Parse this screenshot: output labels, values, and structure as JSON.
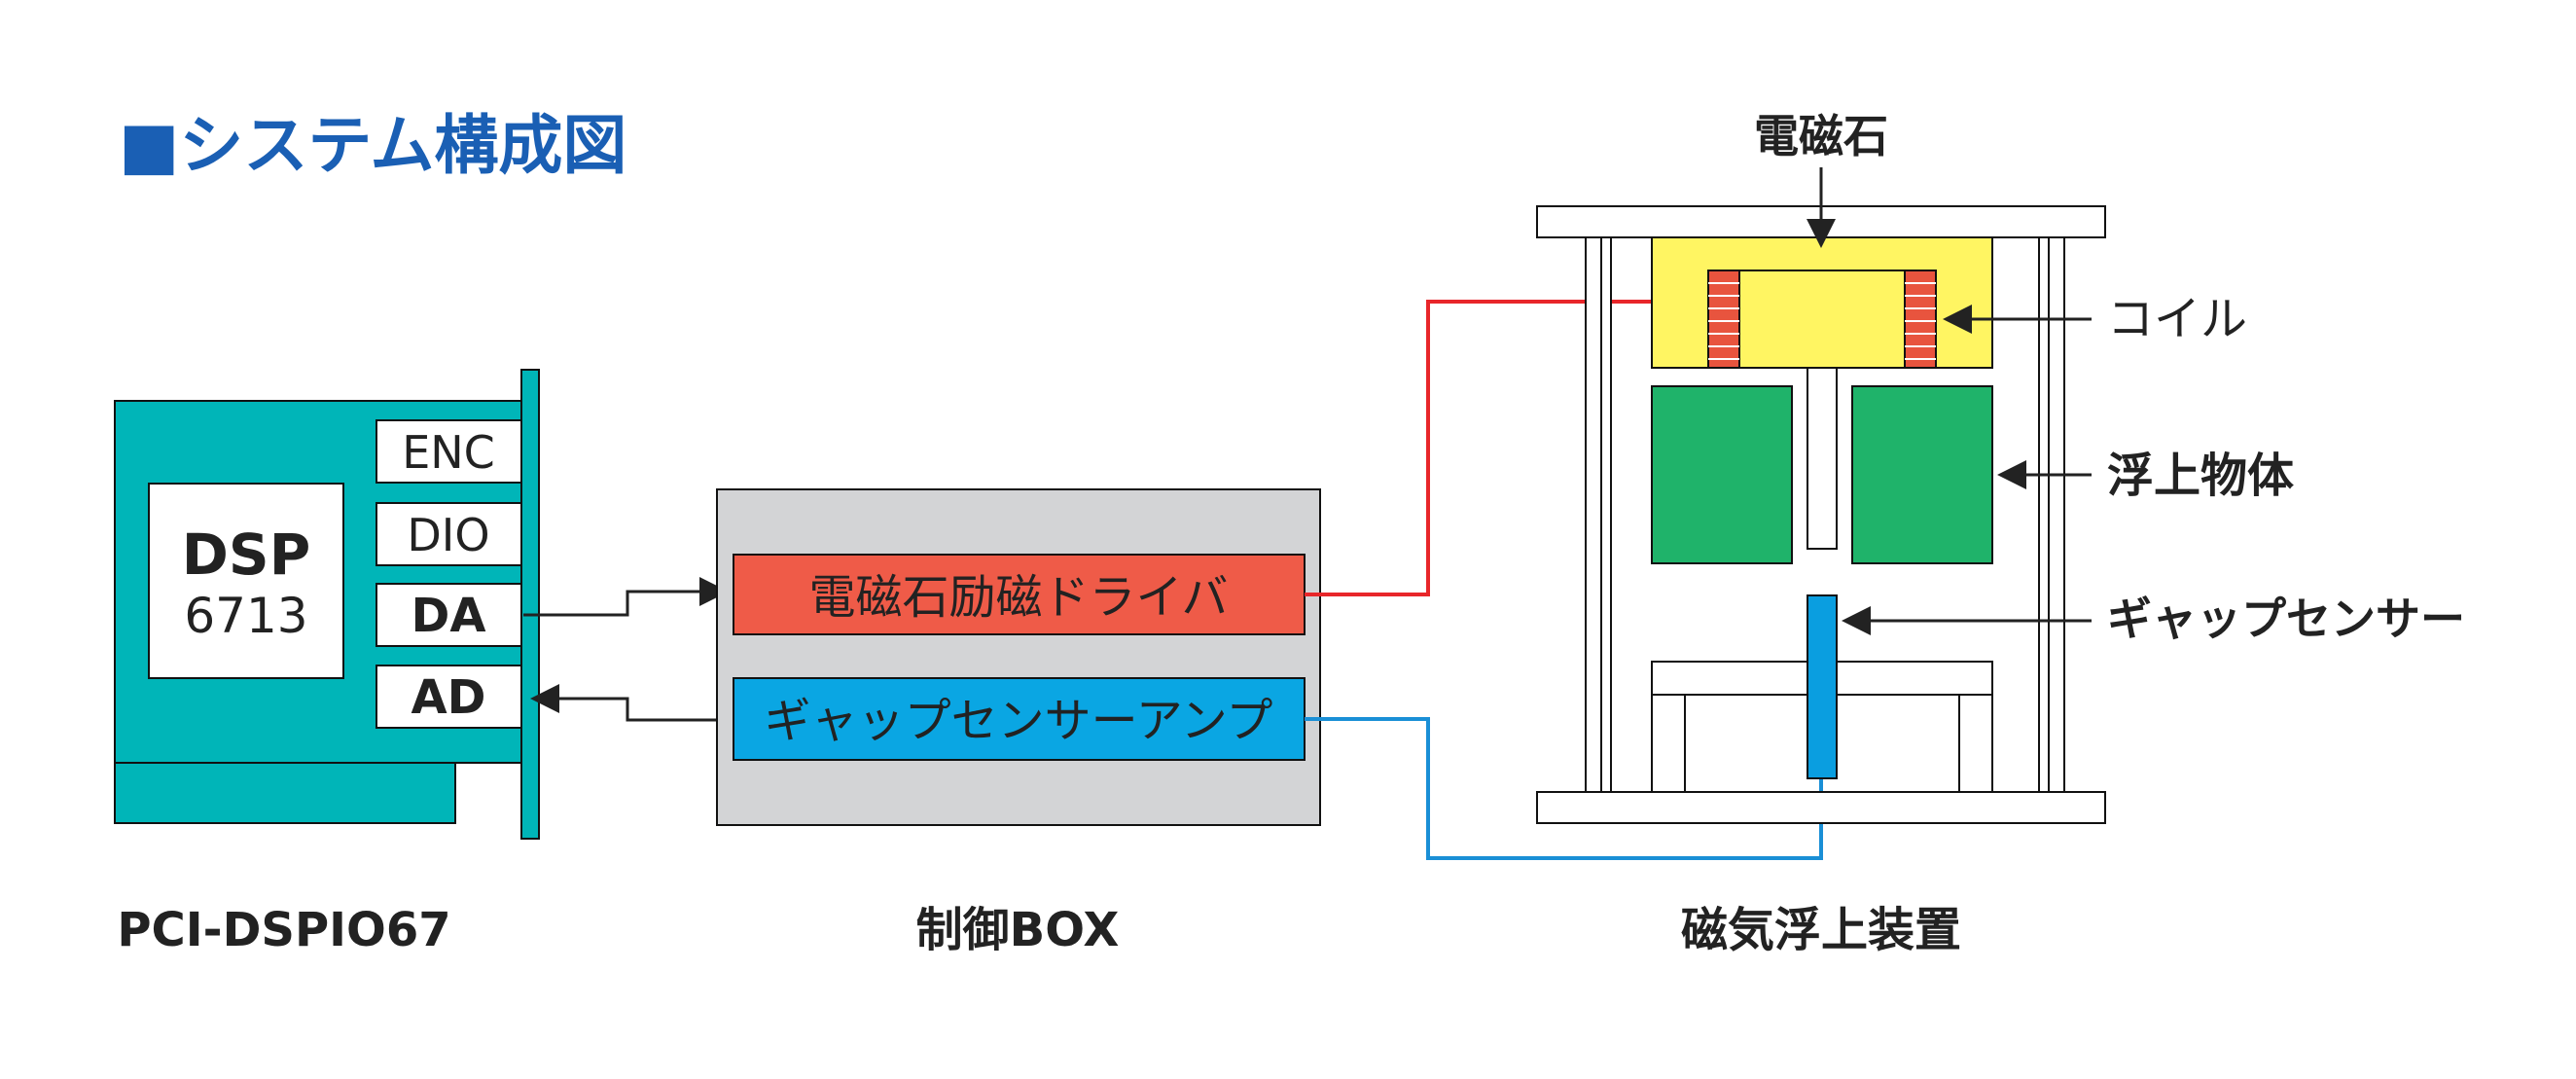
{
  "title": "■システム構成図",
  "dsp_board": {
    "chip_name": "DSP",
    "chip_number": "6713",
    "slots": {
      "enc": "ENC",
      "dio": "DIO",
      "da": "DA",
      "ad": "AD"
    },
    "caption": "PCI-DSPIO67"
  },
  "control_box": {
    "driver_label": "電磁石励磁ドライバ",
    "amp_label": "ギャップセンサーアンプ",
    "caption": "制御BOX"
  },
  "levitation_device": {
    "electromagnet_label": "電磁石",
    "coil_label": "コイル",
    "floating_object_label": "浮上物体",
    "gap_sensor_label": "ギャップセンサー",
    "caption": "磁気浮上装置"
  },
  "colors": {
    "title": "#1a5fb4",
    "board": "#00b5b8",
    "box": "#d3d4d6",
    "driver": "#ef5b48",
    "amp": "#0aa6e3",
    "magnet": "#fff562",
    "coil": "#e8543e",
    "object": "#1fb36a",
    "sensor": "#0a9ee0",
    "red_wire": "#e8262a",
    "blue_wire": "#1a8fd6"
  }
}
